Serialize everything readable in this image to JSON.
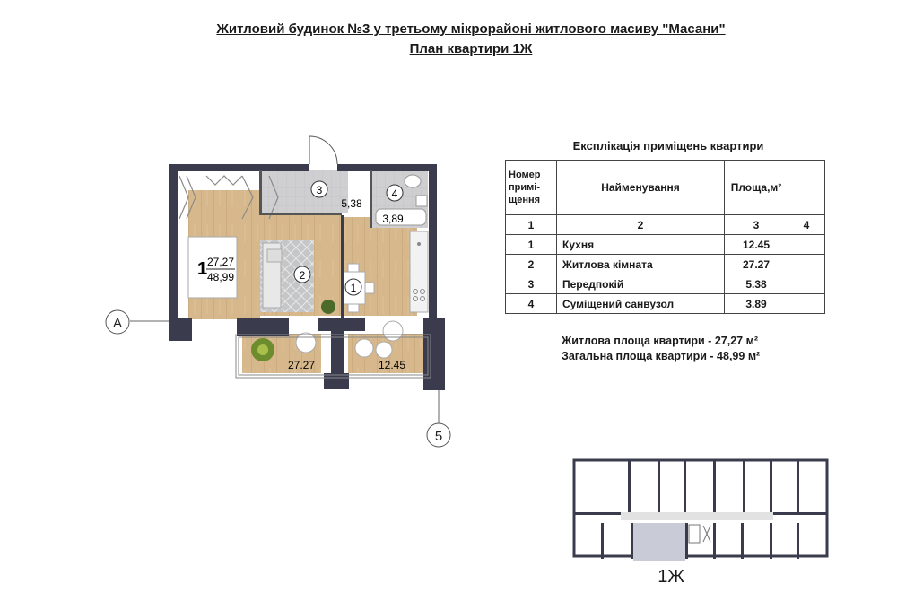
{
  "header": {
    "title": "Житловий будинок №3 у третьому мікрорайоні житлового масиву \"Масани\"",
    "subtitle": "План  квартири 1Ж"
  },
  "plan": {
    "axis_a": "A",
    "axis_5": "5",
    "apartment_rooms": "1",
    "apartment_living_area": "27,27",
    "apartment_total_area": "48,99",
    "rooms": [
      {
        "number": "1",
        "area": "12.45"
      },
      {
        "number": "2",
        "area": "27.27"
      },
      {
        "number": "3",
        "area": "5,38"
      },
      {
        "number": "4",
        "area": "3,89"
      }
    ],
    "colors": {
      "wall": "#3a3c4e",
      "wood": "#d2b48c",
      "tile": "#cfcfd1",
      "rug": "#c9c9cb"
    }
  },
  "explication": {
    "title": "Експлікація приміщень квартири",
    "headers": [
      "Номер примі-щення",
      "Найменування",
      "Площа,м²",
      ""
    ],
    "col_numbers": [
      "1",
      "2",
      "3",
      "4"
    ],
    "rows": [
      {
        "num": "1",
        "name": "Кухня",
        "area": "12.45",
        "extra": ""
      },
      {
        "num": "2",
        "name": "Житлова кімната",
        "area": "27.27",
        "extra": ""
      },
      {
        "num": "3",
        "name": "Передпокій",
        "area": "5.38",
        "extra": ""
      },
      {
        "num": "4",
        "name": "Суміщений санвузол",
        "area": "3.89",
        "extra": ""
      }
    ],
    "living_area": "Житлова площа квартири - 27,27 м²",
    "total_area": "Загальна площа квартири - 48,99 м²"
  },
  "key_plan": {
    "label": "1Ж",
    "highlight_color": "#c9cbd6"
  }
}
